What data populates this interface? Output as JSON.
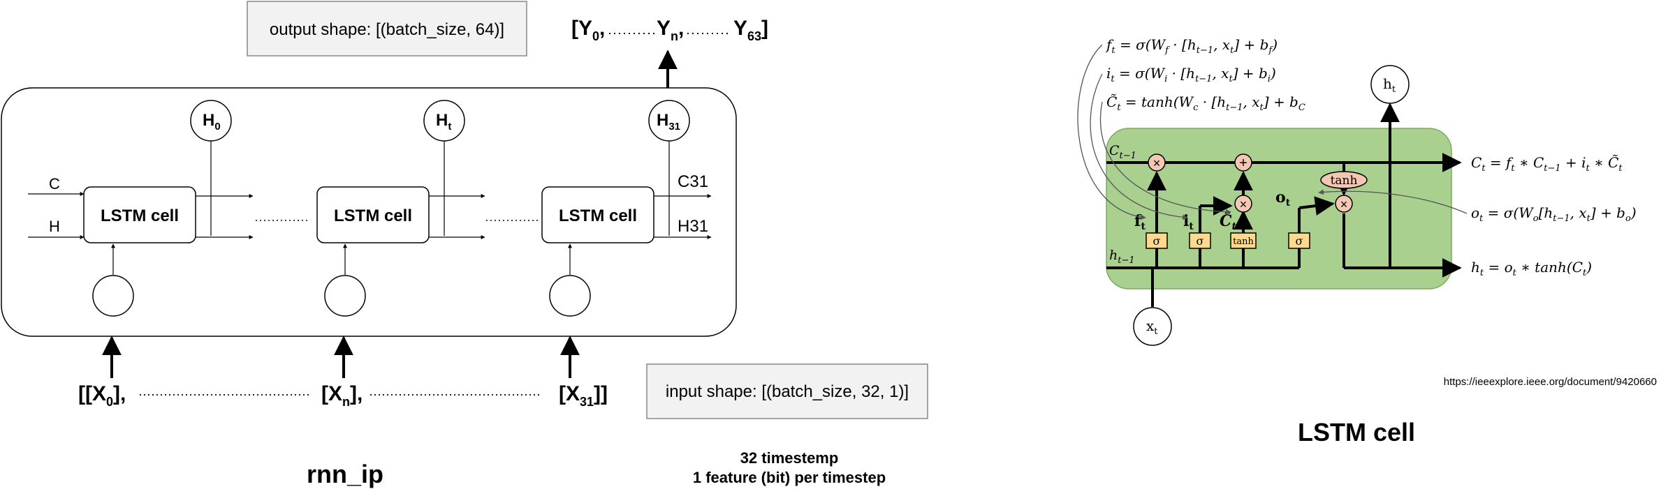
{
  "rnn": {
    "output_shape": "output shape:  [(batch_size, 64)]",
    "y_open": "[Y",
    "y0_sub": "0",
    "y_comma1": ",",
    "yn": "Y",
    "yn_sub": "n",
    "y_comma2": ",",
    "y63": "Y",
    "y63_sub": "63",
    "y_close": "]",
    "h0": "H",
    "h0_sub": "0",
    "ht": "H",
    "ht_sub": "t",
    "h31": "H",
    "h31_sub": "31",
    "c_label": "C",
    "h_label": "H",
    "cell_label": "LSTM cell",
    "c31": "C",
    "c31_sub": "31",
    "h31_out": "H",
    "h31_out_sub": "31",
    "x0": "[[X",
    "x0_sub": "0",
    "x0_tail": "],",
    "xn": "[X",
    "xn_sub": "n",
    "xn_tail": "],",
    "x31": "[X",
    "x31_sub": "31",
    "x31_tail": "]]",
    "input_shape": "input shape:  [(batch_size, 32, 1)]",
    "timestep_line1": "32  timestemp",
    "timestep_line2": "1 feature (bit) per timestep",
    "title": "rnn_ip"
  },
  "lstm": {
    "eq_f": "f",
    "eq_f_rest": " = σ(W",
    "eq_i": "i",
    "eq_i_rest": " = σ(W",
    "eq_c": "C̃",
    "eq_c_rest": " = tanh(W",
    "eq_ct": "C",
    "eq_ct_rest": " = f",
    "eq_o": "o",
    "eq_o_rest": " = σ(W",
    "eq_h": "h",
    "eq_h_rest": " = o",
    "label_ft": "f",
    "label_it": "i",
    "label_ctil": "C̃",
    "label_ot": "o",
    "label_tanh": "tanh",
    "gate_sigma": "σ",
    "gate_tanh": "tanh",
    "c_prev": "C",
    "h_prev": "h",
    "xt": "x",
    "ht": "h",
    "source": "https://ieeexplore.ieee.org/document/9420660",
    "title": "LSTM cell",
    "cell_color": "#a9d08e",
    "gate_color": "#ffd98c",
    "op_color": "#f4c7b3"
  }
}
